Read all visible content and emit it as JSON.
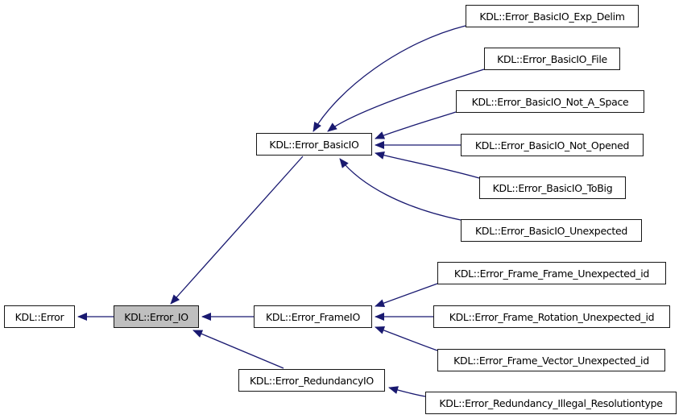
{
  "diagram": {
    "type": "class-inheritance-graph",
    "colors": {
      "edge": "#191970",
      "node_border": "#161616",
      "node_fill": "#ffffff",
      "highlight_fill": "#bfbfbf",
      "background": "#ffffff"
    },
    "nodes": {
      "error": {
        "label": "KDL::Error",
        "highlighted": false
      },
      "error_io": {
        "label": "KDL::Error_IO",
        "highlighted": true
      },
      "basic_io": {
        "label": "KDL::Error_BasicIO",
        "highlighted": false
      },
      "frame_io": {
        "label": "KDL::Error_FrameIO",
        "highlighted": false
      },
      "redundancy_io": {
        "label": "KDL::Error_RedundancyIO",
        "highlighted": false
      },
      "basic_exp_delim": {
        "label": "KDL::Error_BasicIO_Exp_Delim",
        "highlighted": false
      },
      "basic_file": {
        "label": "KDL::Error_BasicIO_File",
        "highlighted": false
      },
      "basic_not_a_space": {
        "label": "KDL::Error_BasicIO_Not_A_Space",
        "highlighted": false
      },
      "basic_not_opened": {
        "label": "KDL::Error_BasicIO_Not_Opened",
        "highlighted": false
      },
      "basic_tobig": {
        "label": "KDL::Error_BasicIO_ToBig",
        "highlighted": false
      },
      "basic_unexpected": {
        "label": "KDL::Error_BasicIO_Unexpected",
        "highlighted": false
      },
      "frame_frame_unexpected_id": {
        "label": "KDL::Error_Frame_Frame_Unexpected_id",
        "highlighted": false
      },
      "frame_rotation_unexpected_id": {
        "label": "KDL::Error_Frame_Rotation_Unexpected_id",
        "highlighted": false
      },
      "frame_vector_unexpected_id": {
        "label": "KDL::Error_Frame_Vector_Unexpected_id",
        "highlighted": false
      },
      "redundancy_illegal_resolutiontype": {
        "label": "KDL::Error_Redundancy_Illegal_Resolutiontype",
        "highlighted": false
      }
    },
    "edges": [
      {
        "from": "KDL::Error_IO",
        "to": "KDL::Error"
      },
      {
        "from": "KDL::Error_BasicIO",
        "to": "KDL::Error_IO"
      },
      {
        "from": "KDL::Error_FrameIO",
        "to": "KDL::Error_IO"
      },
      {
        "from": "KDL::Error_RedundancyIO",
        "to": "KDL::Error_IO"
      },
      {
        "from": "KDL::Error_BasicIO_Exp_Delim",
        "to": "KDL::Error_BasicIO"
      },
      {
        "from": "KDL::Error_BasicIO_File",
        "to": "KDL::Error_BasicIO"
      },
      {
        "from": "KDL::Error_BasicIO_Not_A_Space",
        "to": "KDL::Error_BasicIO"
      },
      {
        "from": "KDL::Error_BasicIO_Not_Opened",
        "to": "KDL::Error_BasicIO"
      },
      {
        "from": "KDL::Error_BasicIO_ToBig",
        "to": "KDL::Error_BasicIO"
      },
      {
        "from": "KDL::Error_BasicIO_Unexpected",
        "to": "KDL::Error_BasicIO"
      },
      {
        "from": "KDL::Error_Frame_Frame_Unexpected_id",
        "to": "KDL::Error_FrameIO"
      },
      {
        "from": "KDL::Error_Frame_Rotation_Unexpected_id",
        "to": "KDL::Error_FrameIO"
      },
      {
        "from": "KDL::Error_Frame_Vector_Unexpected_id",
        "to": "KDL::Error_FrameIO"
      },
      {
        "from": "KDL::Error_Redundancy_Illegal_Resolutiontype",
        "to": "KDL::Error_RedundancyIO"
      }
    ]
  }
}
